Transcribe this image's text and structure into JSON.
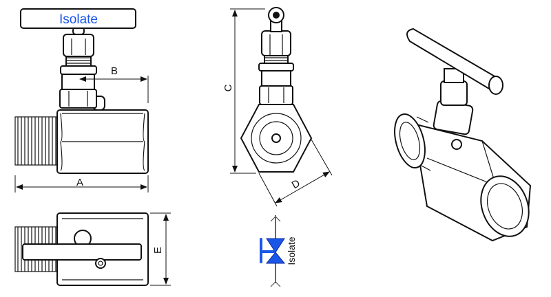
{
  "handle_label": "Isolate",
  "dimensions": {
    "a": "A",
    "b": "B",
    "c": "C",
    "d": "D",
    "e": "E"
  },
  "symbol_label": "Isolate",
  "colors": {
    "accent": "#1a56e8",
    "line": "#111111"
  }
}
